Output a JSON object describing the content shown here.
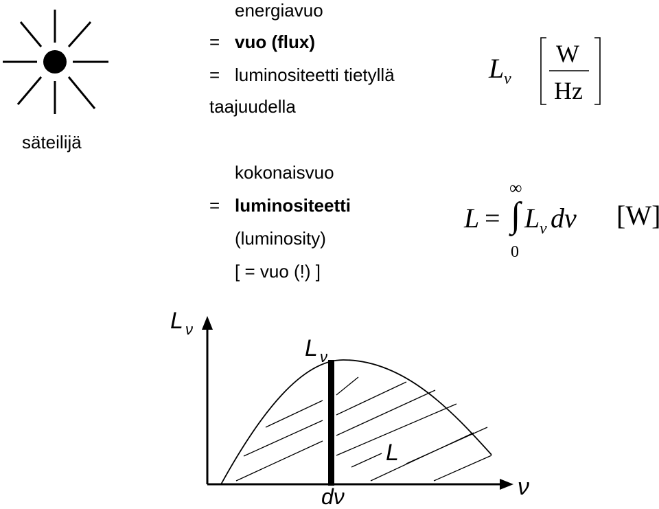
{
  "emitter": {
    "label": "säteilijä"
  },
  "block1": {
    "line1": "energiavuo",
    "eq1": "=",
    "line2": "vuo (flux)",
    "eq2": "=",
    "line3": "luminositeetti tietyllä",
    "line4": "taajuudella"
  },
  "block2": {
    "line1": "kokonaisvuo",
    "eq": "=",
    "line2": "luminositeetti",
    "line3": "(luminosity)",
    "line4": "[ = vuo (!) ]"
  },
  "formula1": {
    "symbol": "L",
    "subscript": "ν",
    "unit_num": "W",
    "unit_den": "Hz"
  },
  "formula2": {
    "lhs": "L",
    "equals": "=",
    "upper": "∞",
    "lower": "0",
    "integral": "∫",
    "integrand": "L",
    "integrand_sub": "ν",
    "diff": "dν",
    "unit": "[W]"
  },
  "graph": {
    "y_axis_label": "L",
    "y_axis_sub": "ν",
    "x_axis_label": "ν",
    "peak_label": "L",
    "peak_sub": "ν",
    "area_label": "L",
    "strip_label": "dν"
  }
}
